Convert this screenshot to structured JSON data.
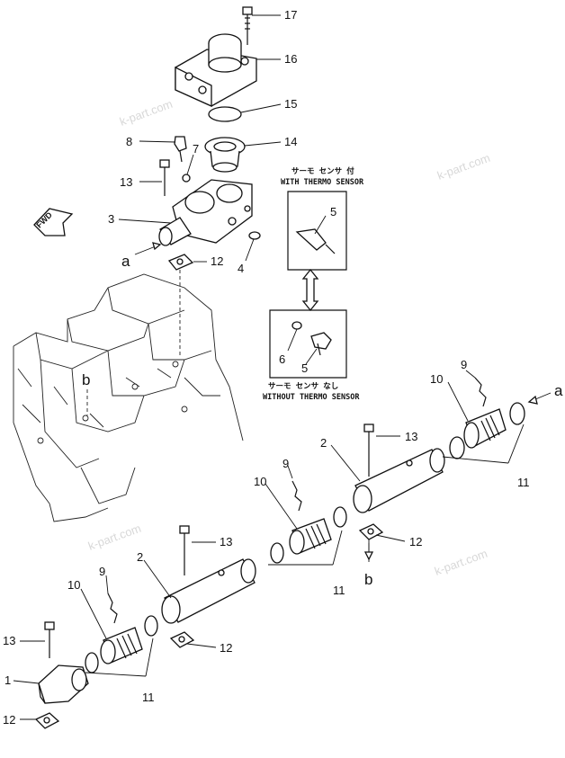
{
  "watermark": "k-part.com",
  "fwd_label": "FWD",
  "sensor_box_with": {
    "jp": "サーモ センサ 付",
    "en": "WITH THERMO SENSOR"
  },
  "sensor_box_without": {
    "jp": "サーモ センサ なし",
    "en": "WITHOUT THERMO SENSOR"
  },
  "callouts": {
    "c17": "17",
    "c16": "16",
    "c15": "15",
    "c14": "14",
    "c8": "8",
    "c7": "7",
    "c13a": "13",
    "c3": "3",
    "c5a": "5",
    "c4": "4",
    "c12a": "12",
    "c6": "6",
    "c5b": "5",
    "c9a": "9",
    "c10a": "10",
    "c13b": "13",
    "c2a": "2",
    "c11a": "11",
    "c12b": "12",
    "c9b": "9",
    "c10b": "10",
    "c11b": "11",
    "c13c": "13",
    "c2b": "2",
    "c9c": "9",
    "c10c": "10",
    "c12c": "12",
    "c11c": "11",
    "c13d": "13",
    "c1": "1",
    "c12d": "12"
  },
  "letters": {
    "a_left": "a",
    "a_right": "a",
    "b_engine": "b",
    "b_lower": "b"
  }
}
